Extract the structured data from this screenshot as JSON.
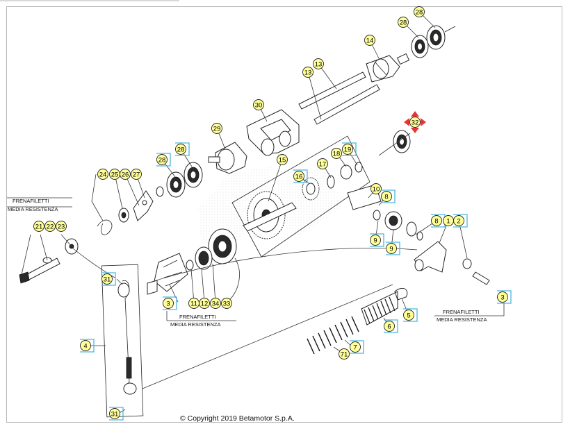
{
  "copyright": "© Copyright 2019 Betamotor S.p.A.",
  "notes": [
    {
      "id": "note-left",
      "line1": "FRENAFILETTI",
      "line2": "MEDIA RESISTENZA"
    },
    {
      "id": "note-center",
      "line1": "FRENAFILETTI",
      "line2": "MEDIA RESISTENZA"
    },
    {
      "id": "note-right",
      "line1": "FRENAFILETTI",
      "line2": "MEDIA RESISTENZA"
    }
  ],
  "selected_callout": "32",
  "colors": {
    "callout_fill": "#ffff99",
    "callout_bracket": "#47b8e0",
    "selection_marker": "#e8333a"
  },
  "callouts": [
    "28",
    "28",
    "14",
    "13",
    "13",
    "30",
    "32",
    "29",
    "28",
    "28",
    "15",
    "18",
    "19",
    "17",
    "16",
    "24",
    "25",
    "26",
    "27",
    "10",
    "8",
    "21",
    "22",
    "23",
    "9",
    "9",
    "8",
    "1",
    "2",
    "31",
    "3",
    "11",
    "12",
    "34",
    "33",
    "3",
    "5",
    "6",
    "7",
    "71",
    "4",
    "31"
  ]
}
